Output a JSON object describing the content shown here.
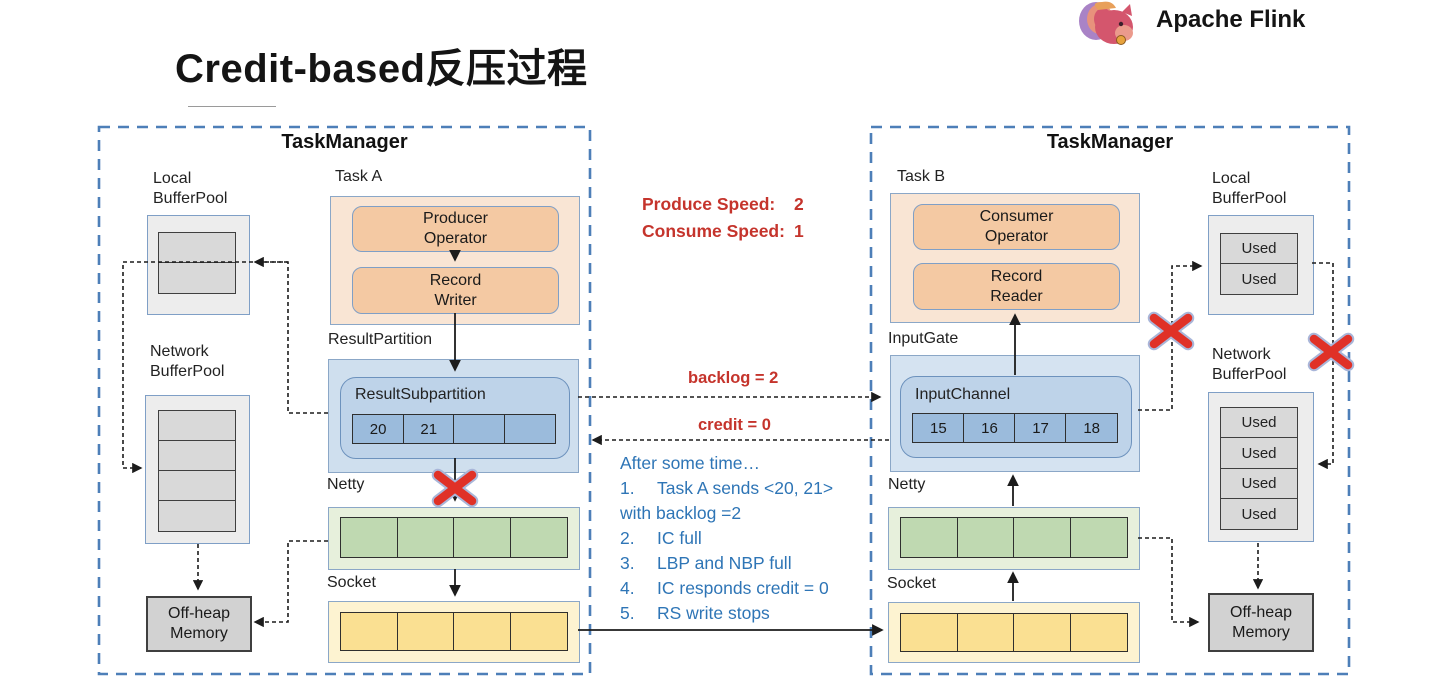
{
  "header": {
    "title": "Credit-based反压过程",
    "brand": "Apache Flink"
  },
  "colors": {
    "red_text": "#c5342c",
    "blue_text": "#2e75b6",
    "tm_dashed_border": "#4d7fb8",
    "box_border": "#7f9fc6",
    "orange_outer": "#f9e5d4",
    "orange_inner": "#f4c9a3",
    "blue_outer": "#cfdfee",
    "blue_inner": "#bed3e9",
    "blue_cell": "#9bbbdc",
    "green_cell": "#bfd9b1",
    "yellow_cell": "#fae092",
    "gray_cell": "#d9d9d9",
    "x_mark_red": "#e03127"
  },
  "metrics": {
    "produce_label": "Produce Speed:",
    "produce_value": "2",
    "consume_label": "Consume Speed:",
    "consume_value": "1"
  },
  "links": {
    "backlog_label": "backlog = 2",
    "credit_label": "credit = 0"
  },
  "notes": {
    "intro": "After some time…",
    "lines": [
      {
        "num": "1.",
        "text": "Task A sends <20, 21>"
      },
      {
        "num": "",
        "text": "with backlog =2"
      },
      {
        "num": "2.",
        "text": "IC full"
      },
      {
        "num": "3.",
        "text": "LBP and NBP full"
      },
      {
        "num": "4.",
        "text": "IC responds credit = 0"
      },
      {
        "num": "5.",
        "text": "RS write stops"
      }
    ]
  },
  "left_tm": {
    "title": "TaskManager",
    "local_bufferpool_label": "Local BufferPool",
    "network_bufferpool_label": "Network BufferPool",
    "offheap_label": "Off-heap Memory",
    "task_label": "Task A",
    "producer_label": "Producer Operator",
    "writer_label": "Record Writer",
    "result_partition_label": "ResultPartition",
    "result_subpartition_label": "ResultSubpartition",
    "netty_label": "Netty",
    "socket_label": "Socket",
    "subpartition_cells": [
      "20",
      "21",
      "",
      ""
    ]
  },
  "right_tm": {
    "title": "TaskManager",
    "task_label": "Task B",
    "consumer_label": "Consumer Operator",
    "reader_label": "Record Reader",
    "input_gate_label": "InputGate",
    "input_channel_label": "InputChannel",
    "channel_cells": [
      "15",
      "16",
      "17",
      "18"
    ],
    "netty_label": "Netty",
    "socket_label": "Socket",
    "local_bufferpool_label": "Local BufferPool",
    "local_cells": [
      "Used",
      "Used"
    ],
    "network_bufferpool_label": "Network BufferPool",
    "network_cells": [
      "Used",
      "Used",
      "Used",
      "Used"
    ],
    "offheap_label": "Off-heap Memory"
  }
}
